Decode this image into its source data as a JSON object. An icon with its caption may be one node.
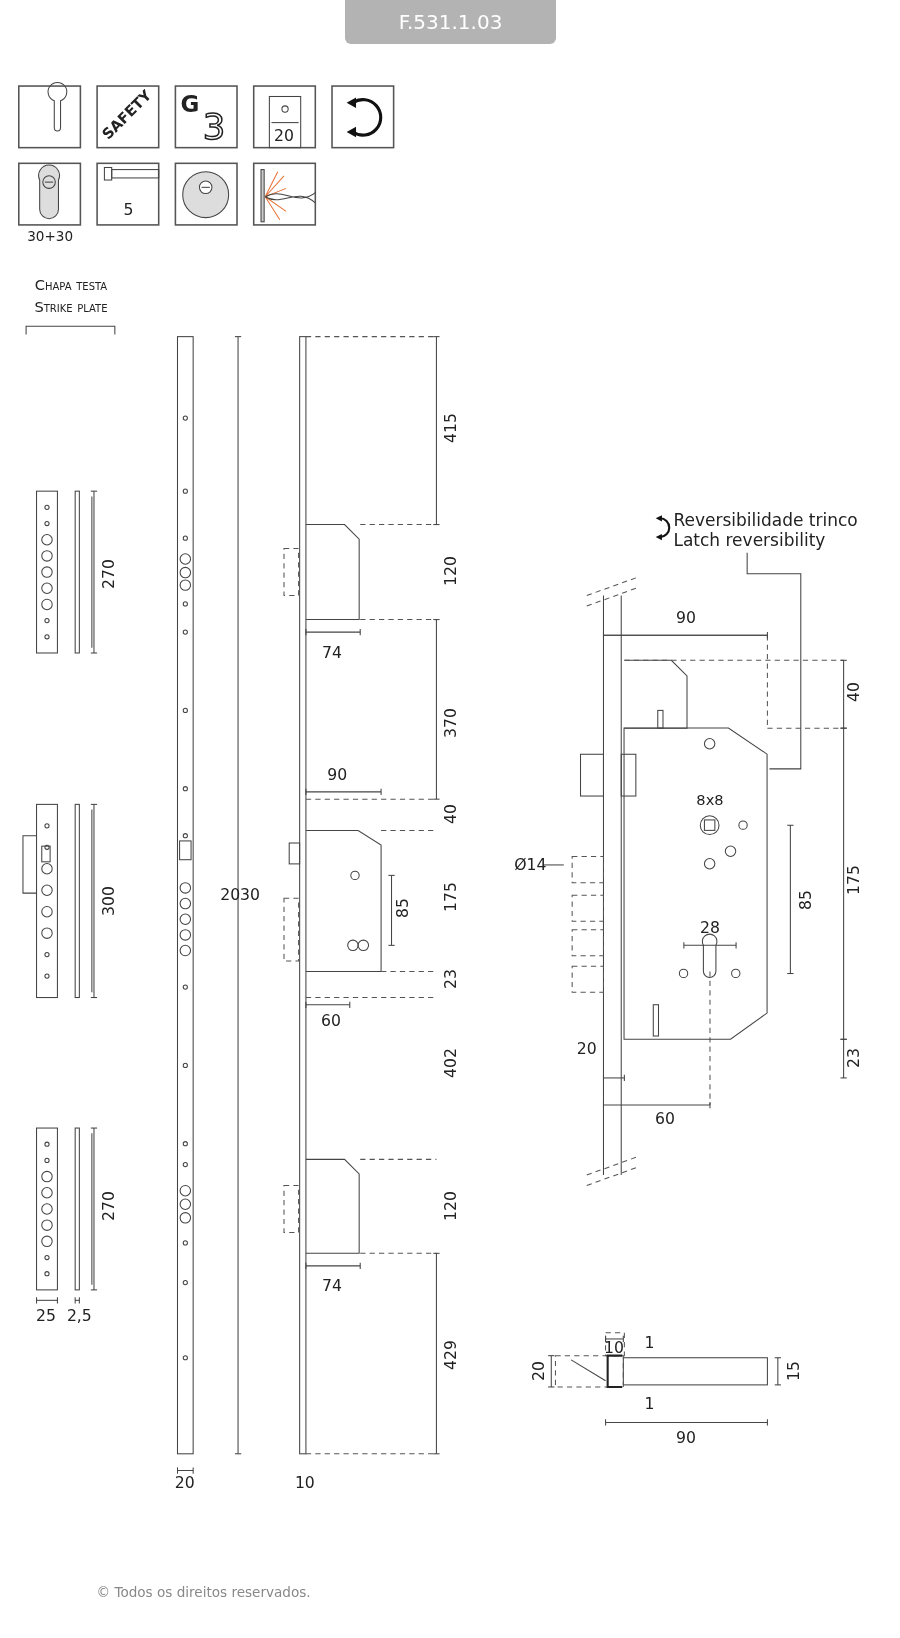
{
  "diagram": {
    "title": "F.531.1.03",
    "nodes": [
      {
        "text": [
          "Reversibilidade trinco",
          "Latch reversibility"
        ]
      },
      {
        "text": [],
        "shape": "picture"
      }
    ],
    "edges": [
      {
        "from": 0,
        "to": 1,
        "arrow": "none"
      }
    ],
    "labels": [
      "SAFETY",
      "G",
      "3",
      "20",
      "5",
      "30+30",
      "Chapa testa",
      "Strike plate",
      "415",
      "270",
      "120",
      "74",
      "370",
      "90",
      "40",
      "300",
      "2030",
      "175",
      "85",
      "23",
      "60",
      "402",
      "270",
      "120",
      "74",
      "25",
      "2,5",
      "429",
      "20",
      "10",
      "90",
      "40",
      "8x8",
      "Ø14",
      "85",
      "175",
      "28",
      "20",
      "23",
      "60",
      "10",
      "1",
      "20",
      "15",
      "1",
      "90",
      "© Todos os direitos reservados."
    ]
  }
}
